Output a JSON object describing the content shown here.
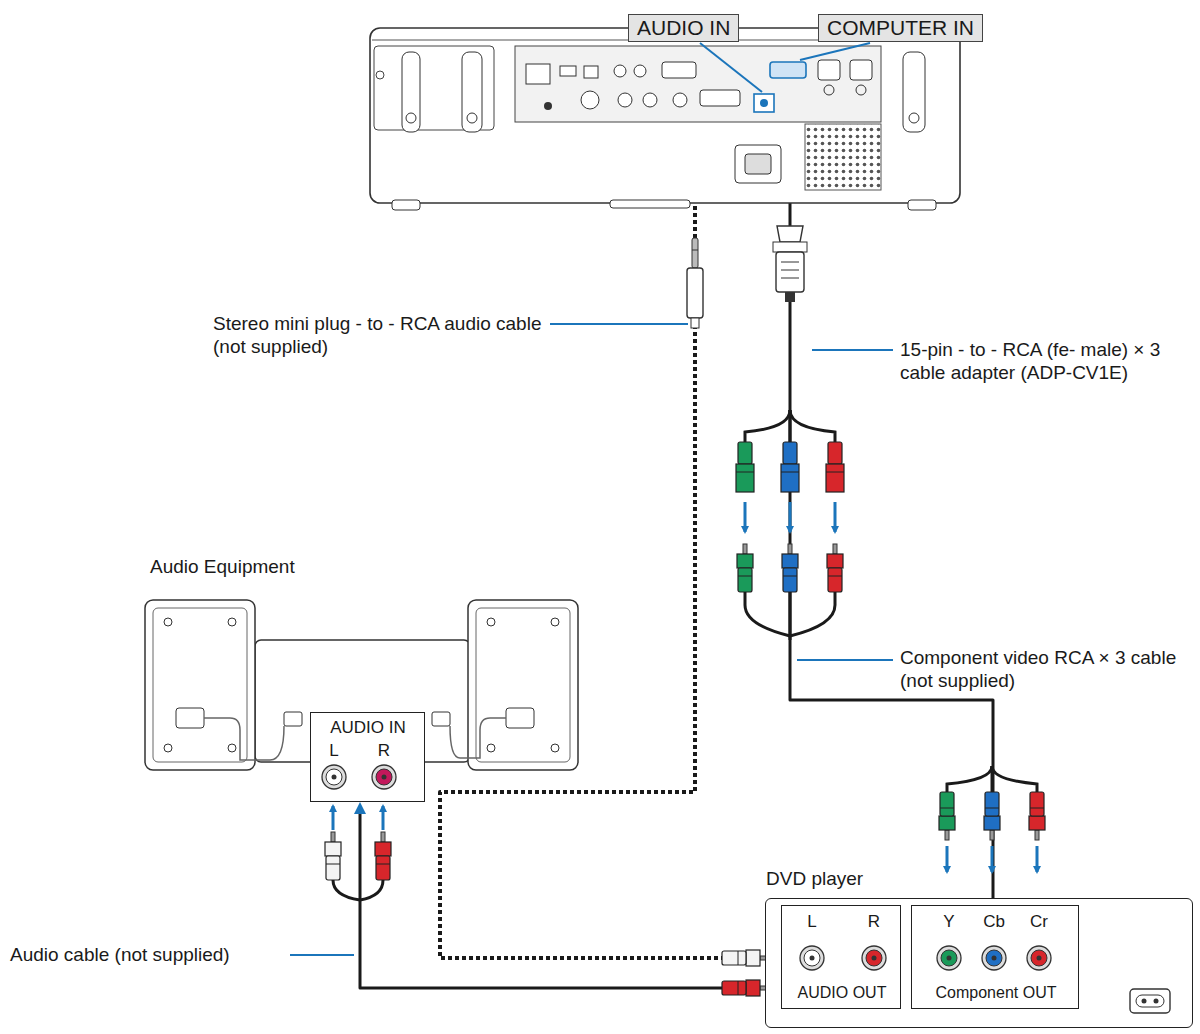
{
  "diagram": {
    "nodes": [
      {
        "text": [
          "AUDIO IN"
        ]
      },
      {
        "text": [
          "COMPUTER IN"
        ]
      },
      {
        "text": [
          "AUDIO IN",
          "L",
          "R"
        ]
      },
      {
        "text": [
          "DVD player"
        ]
      },
      {
        "text": [
          "L",
          "R",
          "AUDIO OUT"
        ],
        "in": 3
      },
      {
        "text": [
          "Y",
          "Cb",
          "Cr",
          "Component OUT"
        ],
        "in": 3
      }
    ],
    "edges": [
      {
        "from": 4,
        "to": 2,
        "arrow": "to"
      },
      {
        "from": 4,
        "to": 0,
        "arrow": "to"
      },
      {
        "from": 5,
        "to": 1,
        "arrow": "to"
      }
    ],
    "labels": [
      "Stereo mini plug - to - RCA audio cable (not supplied)",
      "15-pin - to - RCA (fe- male) × 3 cable adapter (ADP-CV1E)",
      "Audio Equipment",
      "Component video RCA × 3 cable (not supplied)",
      "Audio cable (not supplied)"
    ]
  }
}
